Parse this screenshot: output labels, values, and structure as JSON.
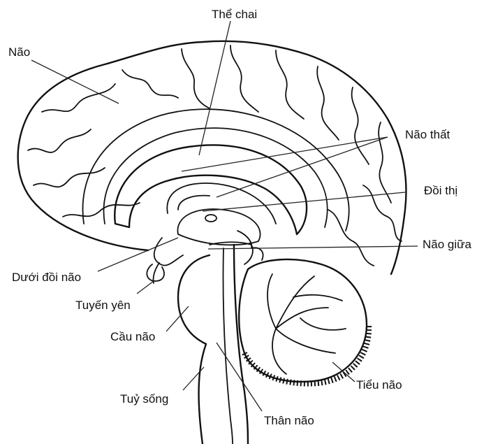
{
  "labels": {
    "nao": "Não",
    "the_chai": "Thể chai",
    "nao_that": "Não thất",
    "doi_thi": "Đồi thị",
    "nao_giua": "Não giữa",
    "duoi_doi_nao": "Dưới đồi não",
    "tuyen_yen": "Tuyến yên",
    "cau_nao": "Cầu não",
    "tieu_nao": "Tiểu não",
    "tuy_song": "Tuỷ sống",
    "than_nao": "Thân não"
  }
}
